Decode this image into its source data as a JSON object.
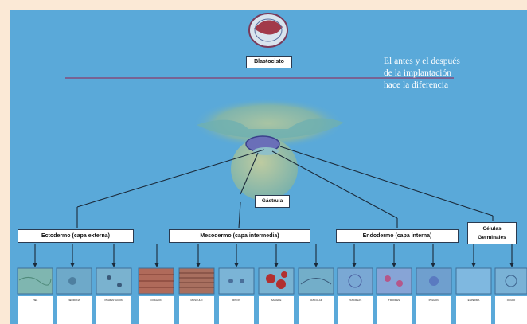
{
  "diagram": {
    "top_label": "Blastocisto",
    "note_lines": [
      "El antes y el después",
      "de la implantación",
      "hace la diferencia"
    ],
    "gastrula_label": "Gástrula",
    "layers": {
      "ectoderm": "Ectodermo (capa externa)",
      "mesoderm": "Mesodermo (capa intermedia)",
      "endoderm": "Endodermo (capa interna)",
      "germ_line1": "Células",
      "germ_line2": "Germinales"
    },
    "tissues": [
      "PIEL",
      "NEURONA",
      "PIGMENTACIÓN",
      "CORAZÓN",
      "MÚSCULO",
      "RIÑÓN",
      "SANGRE",
      "VASCULAR",
      "PÁNCREAS",
      "TIROIDES",
      "PULMÓN",
      "ESPERMA",
      "ÓVULO"
    ]
  },
  "colors": {
    "background": "#5aa9d9",
    "page": "#fbe9d6",
    "line": "#1b2a3a",
    "divider": "#8a3a6a"
  }
}
